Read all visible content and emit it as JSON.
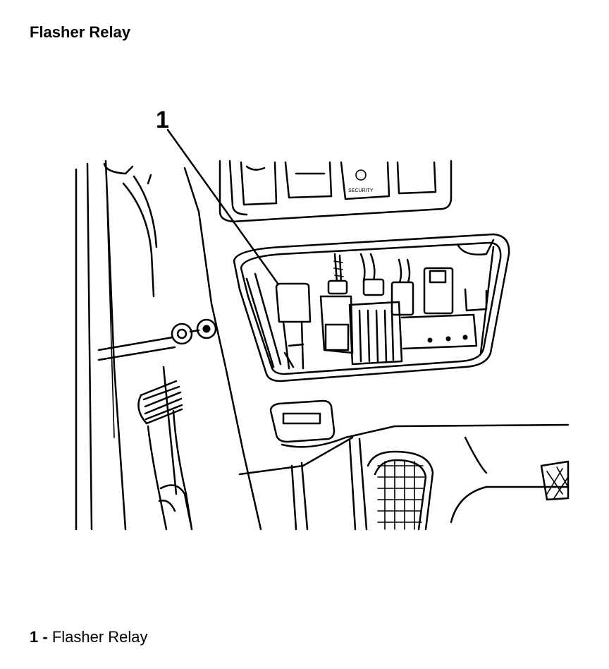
{
  "title": "Flasher Relay",
  "callouts": [
    {
      "number": "1"
    }
  ],
  "panel_label": "SECURITY",
  "legend": [
    {
      "number": "1",
      "separator": "-",
      "label": "Flasher Relay"
    }
  ]
}
